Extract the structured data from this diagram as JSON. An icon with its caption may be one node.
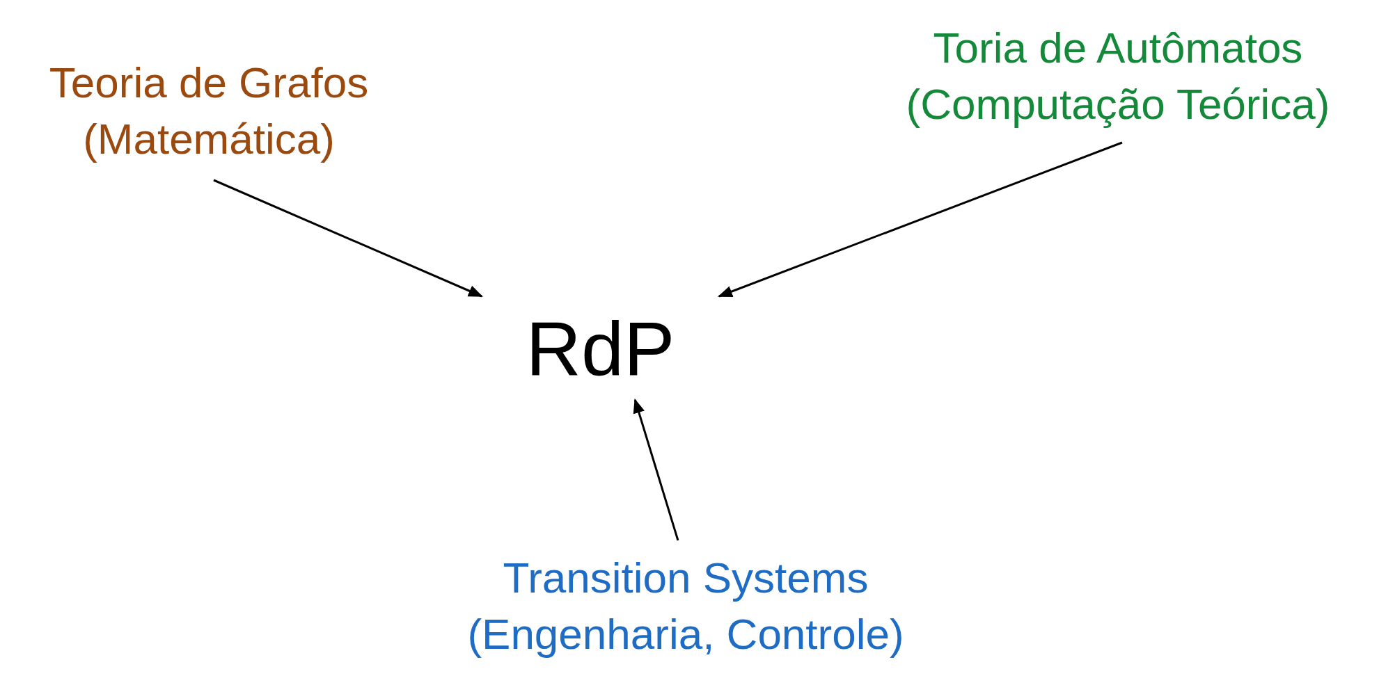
{
  "diagram": {
    "nodes": [
      {
        "text": [
          "Teoria de Grafos (Matemática)"
        ]
      },
      {
        "text": [
          "Toria de Autômatos (Computação Teórica)"
        ]
      },
      {
        "text": [
          "RdP"
        ]
      },
      {
        "text": [
          "Transition Systems (Engenharia, Controle)"
        ]
      }
    ],
    "edges": [
      {
        "from": 0,
        "to": 2,
        "arrow": "to"
      },
      {
        "from": 1,
        "to": 2,
        "arrow": "to"
      },
      {
        "from": 3,
        "to": 2,
        "arrow": "to"
      }
    ]
  }
}
